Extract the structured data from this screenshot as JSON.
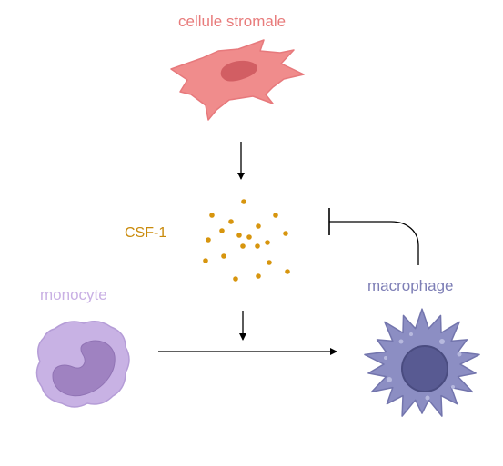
{
  "labels": {
    "stromal_cell": "cellule stromale",
    "csf1": "CSF-1",
    "monocyte": "monocyte",
    "macrophage": "macrophage"
  },
  "colors": {
    "stromal_label": "#e87b7b",
    "stromal_fill": "#f08c8c",
    "stromal_nucleus": "#d25e63",
    "csf1_label": "#c98a0b",
    "csf1_dot": "#d7950e",
    "monocyte_label": "#c9b0e4",
    "monocyte_fill": "#c8b2e4",
    "monocyte_nucleus": "#9f82c1",
    "macrophage_label": "#7e7fb6",
    "macrophage_fill": "#8c8ec3",
    "macrophage_nucleus": "#585a92",
    "arrow": "#000000"
  },
  "relations": [
    {
      "from": "stromal_cell",
      "to": "csf1",
      "type": "produces"
    },
    {
      "from": "csf1",
      "to": "differentiation",
      "type": "promotes"
    },
    {
      "from": "monocyte",
      "to": "macrophage",
      "type": "differentiates"
    },
    {
      "from": "macrophage",
      "to": "csf1",
      "type": "inhibits"
    }
  ]
}
